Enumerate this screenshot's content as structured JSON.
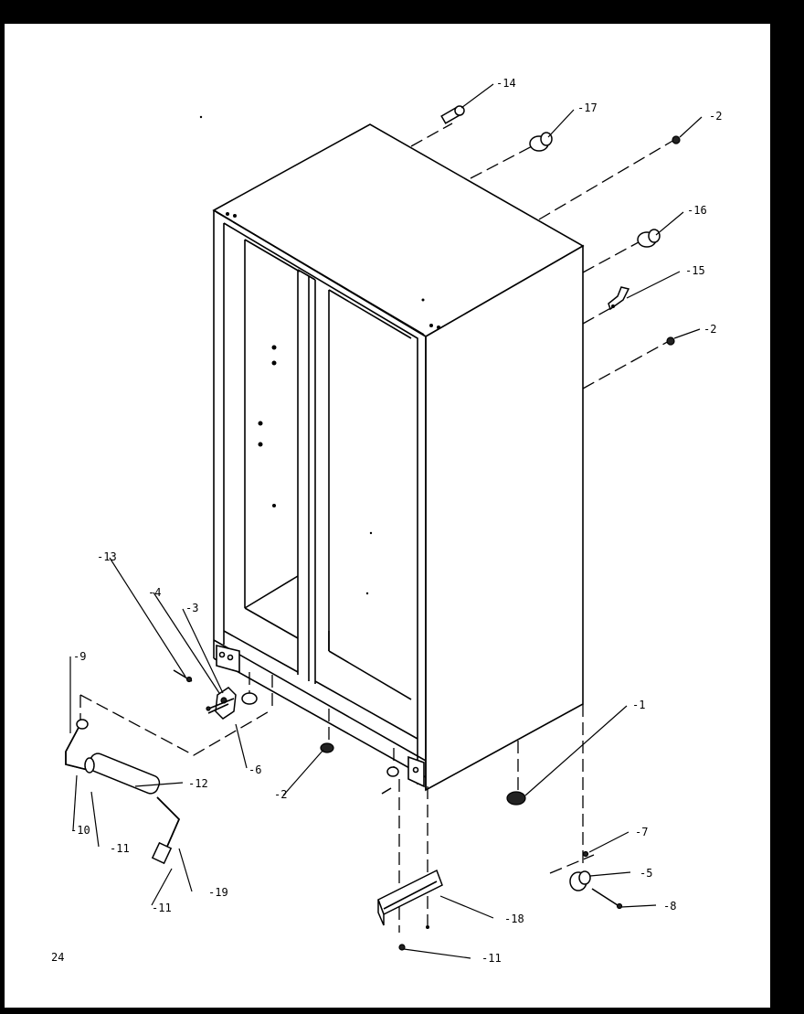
{
  "page_number": "24",
  "callouts": [
    {
      "id": "14",
      "text": "14"
    },
    {
      "id": "17",
      "text": "17"
    },
    {
      "id": "2a",
      "text": "2"
    },
    {
      "id": "16",
      "text": "16"
    },
    {
      "id": "15",
      "text": "15"
    },
    {
      "id": "2b",
      "text": "2"
    },
    {
      "id": "13",
      "text": "13"
    },
    {
      "id": "4",
      "text": "4"
    },
    {
      "id": "3",
      "text": "3"
    },
    {
      "id": "9",
      "text": "9"
    },
    {
      "id": "6",
      "text": "6"
    },
    {
      "id": "12",
      "text": "12"
    },
    {
      "id": "10",
      "text": "10"
    },
    {
      "id": "11a",
      "text": "11"
    },
    {
      "id": "19",
      "text": "19"
    },
    {
      "id": "11b",
      "text": "11"
    },
    {
      "id": "2c",
      "text": "2"
    },
    {
      "id": "1",
      "text": "1"
    },
    {
      "id": "7",
      "text": "7"
    },
    {
      "id": "5",
      "text": "5"
    },
    {
      "id": "8",
      "text": "8"
    },
    {
      "id": "18",
      "text": "18"
    },
    {
      "id": "11c",
      "text": "11"
    }
  ]
}
